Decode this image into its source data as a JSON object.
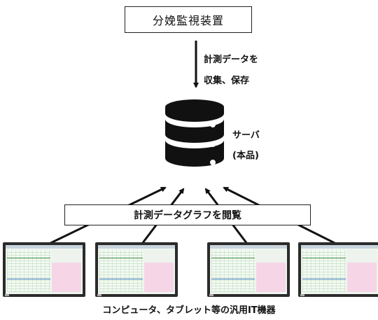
{
  "top_device": {
    "label": "分娩監視装置"
  },
  "collect": {
    "line1": "計測データを",
    "line2": "収集、保存"
  },
  "server": {
    "line1": "サーバ",
    "line2": "(本品)"
  },
  "viewer": {
    "label": "計測データグラフを閲覧"
  },
  "devices": {
    "caption": "コンピュータ、タブレット等の汎用IT機器"
  },
  "colors": {
    "line": "#111111",
    "screen_pink": "#f6d6e6",
    "screen_green": "#eef6ee",
    "bezel": "#2b2b2b"
  }
}
